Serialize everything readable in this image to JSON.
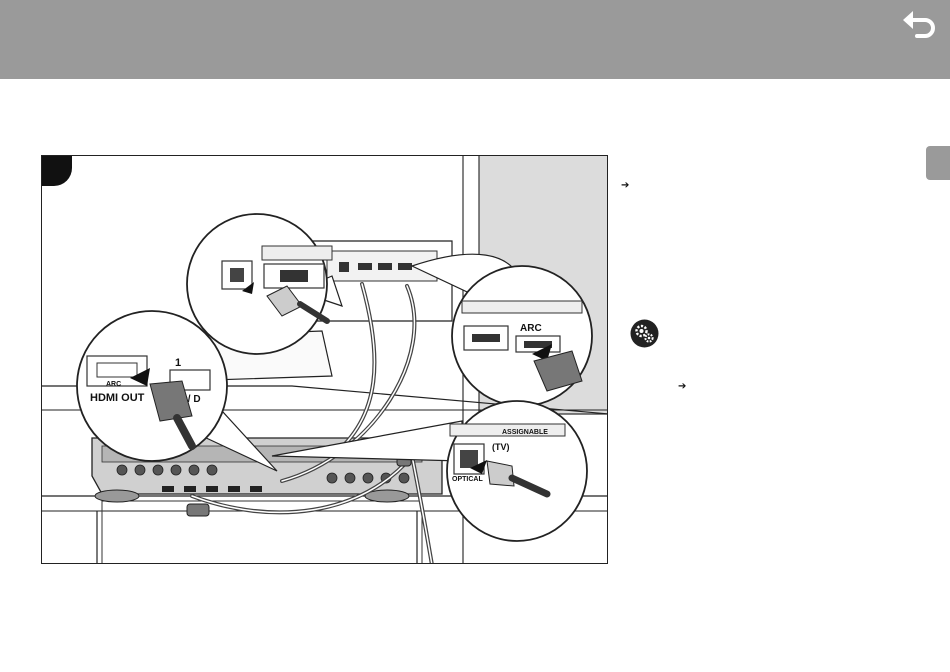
{
  "header": {
    "back_icon": "return-arrow-icon",
    "background": "#9a9a9a"
  },
  "illustration": {
    "labels": {
      "arc_tv": "ARC",
      "arc_receiver": "ARC",
      "hdmi_out": "HDMI OUT",
      "input_1": "1",
      "bd_dvd": "(BD/ D",
      "assignable": "ASSIGNABLE",
      "tv": "(TV)",
      "optical": "OPTICAL"
    }
  },
  "notes": {
    "arrow_1": "➔",
    "arrow_2": "➔",
    "tip_icon": "gear-settings-icon"
  }
}
